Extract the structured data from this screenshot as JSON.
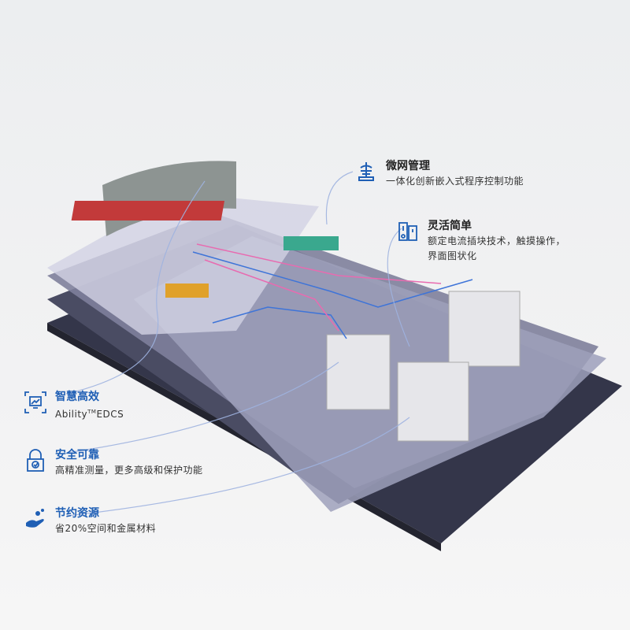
{
  "features": [
    {
      "icon": "microgrid-icon",
      "title": "微网管理",
      "desc": [
        "一体化创新嵌入式程序控制功能"
      ]
    },
    {
      "icon": "device-panel-icon",
      "title": "灵活简单",
      "desc": [
        "额定电流插块技术，触摸操作，",
        "界面图状化"
      ]
    },
    {
      "icon": "monitor-chart-icon",
      "title": "智慧高效",
      "desc_brand": "Ability",
      "desc_tm": "TM",
      "desc_suffix": "EDCS"
    },
    {
      "icon": "lock-check-icon",
      "title": "安全可靠",
      "desc": [
        "高精准测量，更多高级和保护功能"
      ]
    },
    {
      "icon": "hand-coins-icon",
      "title": "节约资源",
      "desc": [
        "省20%空间和金属材料"
      ]
    }
  ],
  "colors": {
    "accent": "#1f5fb5",
    "floor_dark": "#3b3d4f",
    "floor_mid": "#8c8fa8",
    "floor_light": "#c9cadc"
  }
}
